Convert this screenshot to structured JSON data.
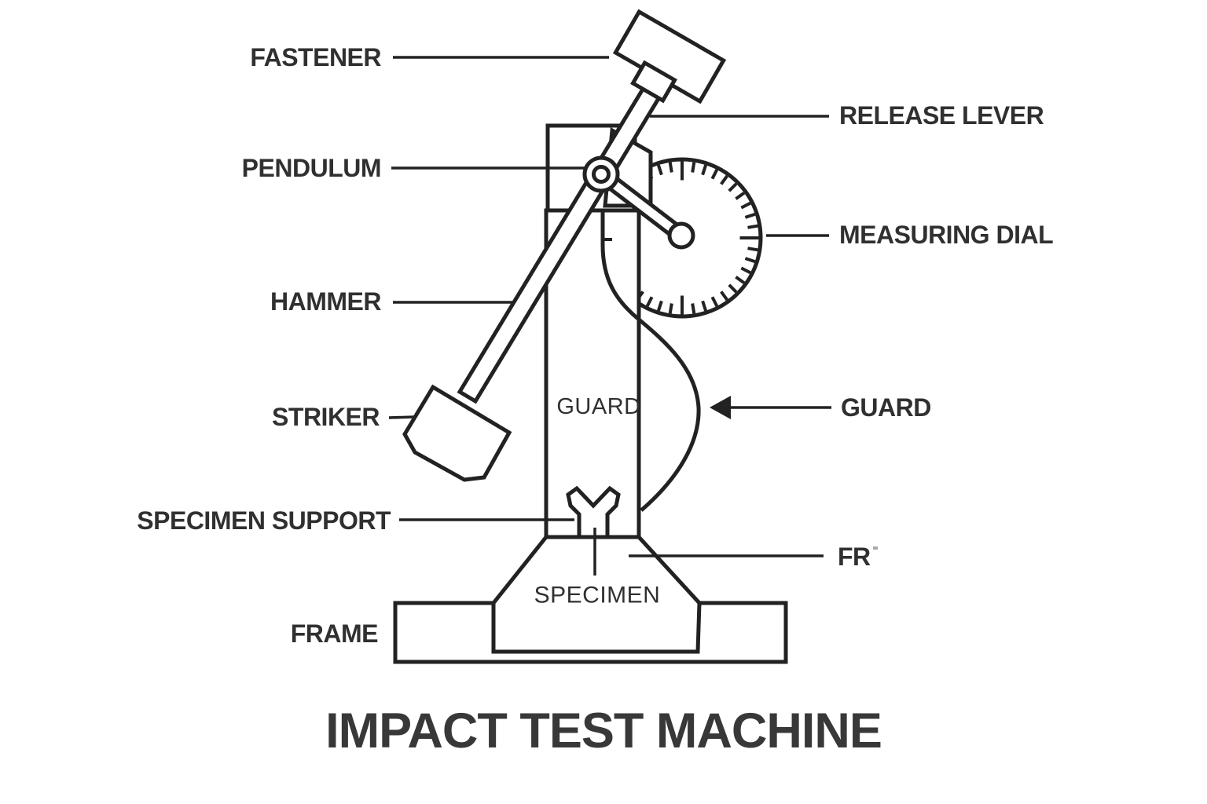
{
  "title": "IMPACT TEST MACHINE",
  "callouts": {
    "fastener": {
      "label": "FASTENER",
      "side": "left"
    },
    "pendulum": {
      "label": "PENDULUM",
      "side": "left"
    },
    "hammer": {
      "label": "HAMMER",
      "side": "left"
    },
    "striker": {
      "label": "STRIKER",
      "side": "left"
    },
    "specimen_support": {
      "label": "SPECIMEN SUPPORT",
      "side": "left"
    },
    "frame": {
      "label": "FRAME",
      "side": "left"
    },
    "release_lever": {
      "label": "RELEASE LEVER",
      "side": "right"
    },
    "measuring_dial": {
      "label": "MEASURING DIAL",
      "side": "right"
    },
    "guard": {
      "label": "GUARD",
      "side": "right"
    },
    "frame_partial": {
      "label": "FR",
      "side": "right"
    }
  },
  "machine_text": {
    "guard": "GUARD",
    "specimen": "SPECIMEN"
  },
  "colors": {
    "line": "#222222",
    "label": "#303030",
    "title": "#383838",
    "background": "#ffffff"
  }
}
